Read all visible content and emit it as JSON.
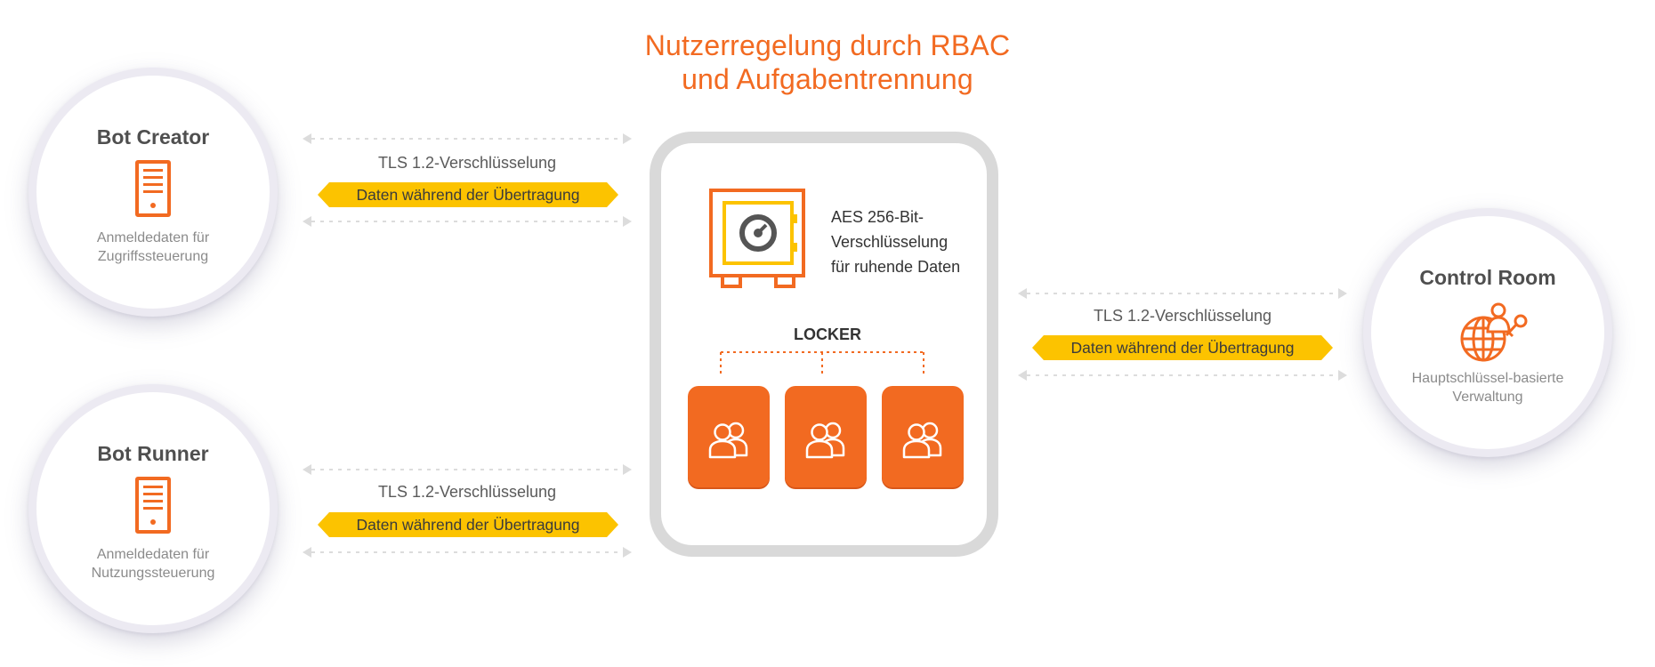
{
  "title": {
    "line1": "Nutzerregelung durch RBAC",
    "line2": "und Aufgabentrennung"
  },
  "colors": {
    "accent": "#f26a21",
    "ribbon": "#fcc300",
    "circle_border": "#eceaf2",
    "vault_border": "#d9d9d9",
    "arrow": "#dcdcdc"
  },
  "nodes": {
    "bot_creator": {
      "title": "Bot Creator",
      "subtitle_line1": "Anmeldedaten für",
      "subtitle_line2": "Zugriffssteuerung",
      "icon": "server-icon"
    },
    "bot_runner": {
      "title": "Bot Runner",
      "subtitle_line1": "Anmeldedaten für",
      "subtitle_line2": "Nutzungssteuerung",
      "icon": "server-icon"
    },
    "control_room": {
      "title": "Control Room",
      "subtitle_line1": "Hauptschlüssel-basierte",
      "subtitle_line2": "Verwaltung",
      "icon": "globe-user-key-icon"
    }
  },
  "connections": {
    "creator": {
      "protocol": "TLS 1.2-Verschlüsselung",
      "label": "Daten während der Übertragung"
    },
    "runner": {
      "protocol": "TLS 1.2-Verschlüsselung",
      "label": "Daten während der Übertragung"
    },
    "control_room": {
      "protocol": "TLS 1.2-Verschlüsselung",
      "label": "Daten während der Übertragung"
    }
  },
  "vault": {
    "icon": "safe-icon",
    "aes_line1": "AES 256-Bit-",
    "aes_line2": "Verschlüsselung",
    "aes_line3": "für ruhende Daten",
    "locker_label": "LOCKER",
    "lockers": [
      {
        "icon": "user-group-icon"
      },
      {
        "icon": "user-group-icon"
      },
      {
        "icon": "user-group-icon"
      }
    ]
  }
}
